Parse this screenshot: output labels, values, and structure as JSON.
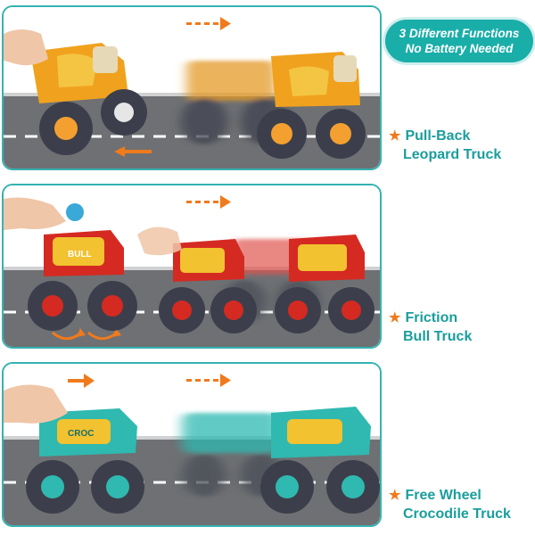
{
  "badge": {
    "line1": "3 Different Functions",
    "line2": "No Battery Needed",
    "color": "#1aaea9"
  },
  "features": [
    {
      "line1": "Pull-Back",
      "line2": "Leopard Truck",
      "body_color": "#f0a21e"
    },
    {
      "line1": "Friction",
      "line2": "Bull Truck",
      "body_color": "#d42a22"
    },
    {
      "line1": "Free Wheel",
      "line2": "Crocodile Truck",
      "body_color": "#2fb9b0"
    }
  ],
  "decals": {
    "bull": "BULL",
    "croc": "CROC"
  },
  "accent_color": "#f07a1c",
  "frame_color": "#34b3b3",
  "road_color": "#6e7073",
  "icons": [
    "star-icon",
    "arrow-right-icon",
    "arrow-left-icon",
    "hand-icon"
  ]
}
